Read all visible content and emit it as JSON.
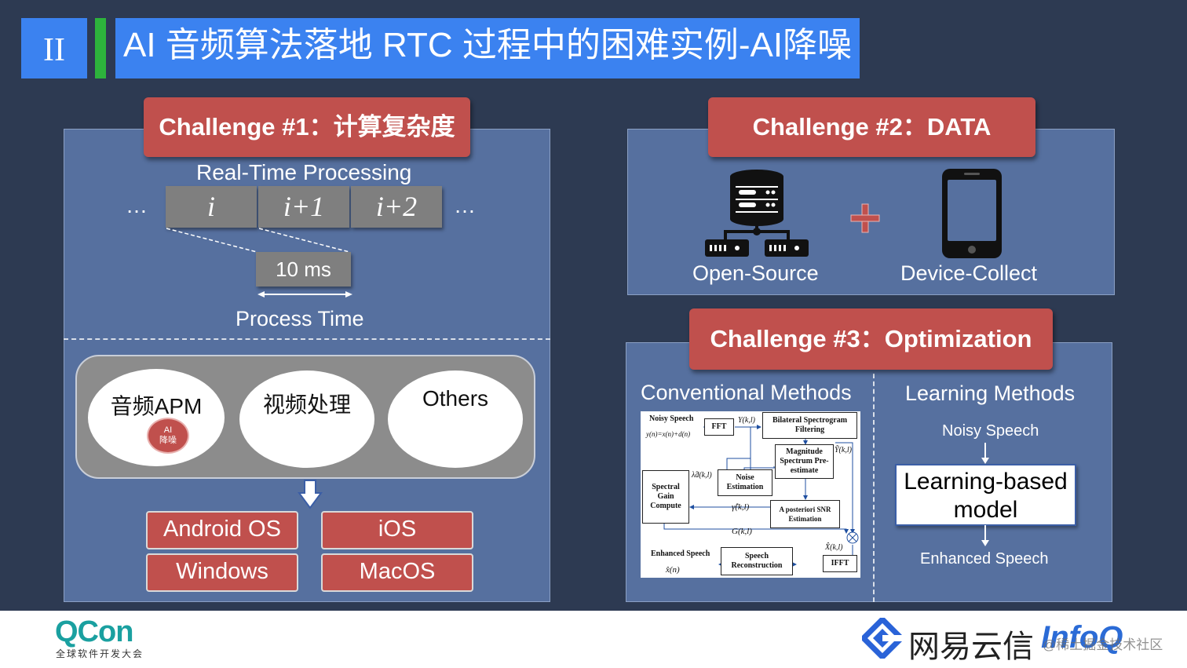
{
  "header": {
    "section_number": "II",
    "title": "AI 音频算法落地 RTC 过程中的困难实例-AI降噪"
  },
  "challenge1": {
    "tab": "Challenge #1：计算复杂度",
    "realtime_label": "Real-Time Processing",
    "frames": [
      "i",
      "i+1",
      "i+2"
    ],
    "ellipsis": "…",
    "duration": "10 ms",
    "process_time": "Process Time",
    "modules": [
      "音频APM",
      "视频处理",
      "Others"
    ],
    "ai_badge": [
      "AI",
      "降噪"
    ],
    "platforms": [
      "Android OS",
      "iOS",
      "Windows",
      "MacOS"
    ]
  },
  "challenge2": {
    "tab": "Challenge #2：DATA",
    "source1": "Open-Source",
    "source2": "Device-Collect"
  },
  "challenge3": {
    "tab": "Challenge #3：Optimization",
    "conventional": "Conventional Methods",
    "learning": "Learning Methods",
    "noisy": "Noisy Speech",
    "model": "Learning-based model",
    "enhanced": "Enhanced Speech",
    "diagram": {
      "noisy_speech": "Noisy Speech",
      "noisy_eq": "y(n)=x(n)+d(n)",
      "fft": "FFT",
      "Y": "Y(k,l)",
      "bilateral": "Bilateral Spectrogram Filtering",
      "Ytilde": "Ỹ(k,l)",
      "magnitude": "Magnitude Spectrum Pre-estimate",
      "lambda": "λ̂d(k,l)",
      "noise_est": "Noise Estimation",
      "spectral_gain": "Spectral Gain Compute",
      "gamma": "γ̂(k,l)",
      "posteriori": "A posteriori SNR Estimation",
      "G": "G(k,l)",
      "Xhat": "X̂(k,l)",
      "enhanced_speech": "Enhanced Speech",
      "xhat": "x̂(n)",
      "reconstruction": "Speech Reconstruction",
      "ifft": "IFFT"
    }
  },
  "footer": {
    "qcon": "QCon",
    "qcon_sub": "全球软件开发大会",
    "netease": "网易云信",
    "infoq": "InfoQ",
    "watermark": "@稀土掘金技术社区"
  },
  "colors": {
    "background": "#2d3a52",
    "accent_blue": "#3b82f0",
    "accent_green": "#2db33c",
    "challenge_red": "#c0504d",
    "panel": "#56709f"
  }
}
